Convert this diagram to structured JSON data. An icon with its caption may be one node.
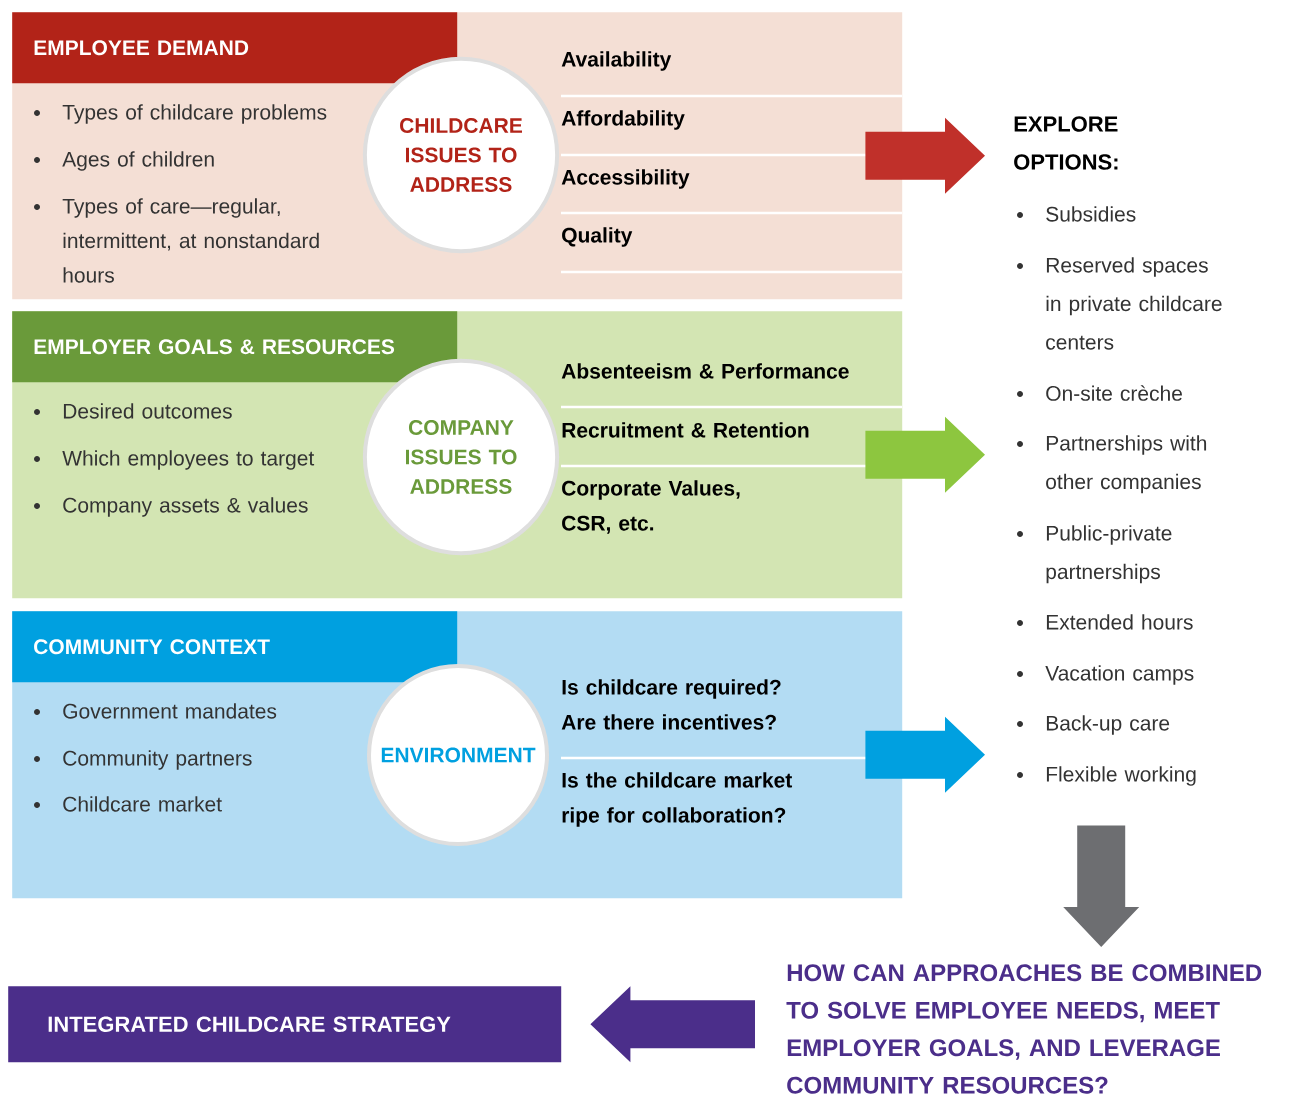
{
  "diagram": {
    "nodes": [
      {
        "text": [
          "EMPLOYEE DEMAND",
          "Types of childcare problems",
          "Ages of children",
          "Types of care—regular, intermittent, at nonstandard hours",
          "Availability",
          "Affordability",
          "Accessibility",
          "Quality"
        ]
      },
      {
        "text": [
          "CHILDCARE ISSUES TO ADDRESS"
        ],
        "in": 0
      },
      {
        "text": [
          "EMPLOYER GOALS & RESOURCES",
          "Desired outcomes",
          "Which employees to target",
          "Company assets & values",
          "Absenteeism & Performance",
          "Recruitment & Retention",
          "Corporate Values, CSR, etc."
        ]
      },
      {
        "text": [
          "COMPANY ISSUES TO ADDRESS"
        ],
        "in": 2
      },
      {
        "text": [
          "COMMUNITY CONTEXT",
          "Government mandates",
          "Community partners",
          "Childcare market",
          "Is childcare required? Are there incentives?",
          "Is the childcare market ripe for collaboration?"
        ]
      },
      {
        "text": [
          "ENVIRONMENT"
        ],
        "in": 4
      },
      {
        "text": [
          "EXPLORE OPTIONS:",
          "Subsidies",
          "Reserved spaces in private childcare centers",
          "On-site crèche",
          "Partnerships with other companies",
          "Public-private partnerships",
          "Extended hours",
          "Vacation camps",
          "Back-up care",
          "Flexible working"
        ]
      },
      {
        "text": [
          "HOW CAN APPROACHES BE COMBINED TO SOLVE EMPLOYEE NEEDS, MEET EMPLOYER GOALS, AND LEVERAGE COMMUNITY RESOURCES?"
        ]
      },
      {
        "text": [
          "INTEGRATED CHILDCARE STRATEGY"
        ]
      }
    ],
    "edges": [
      {
        "from": 0,
        "to": 6,
        "arrow": "to",
        "color": "#c0302a"
      },
      {
        "from": 2,
        "to": 6,
        "arrow": "to",
        "color": "#8dc63f"
      },
      {
        "from": 4,
        "to": 6,
        "arrow": "to",
        "color": "#00a0e0"
      },
      {
        "from": 6,
        "to": 7,
        "arrow": "to",
        "color": "#6d6e71"
      },
      {
        "from": 7,
        "to": 8,
        "arrow": "to",
        "color": "#4b2e8a"
      }
    ]
  }
}
